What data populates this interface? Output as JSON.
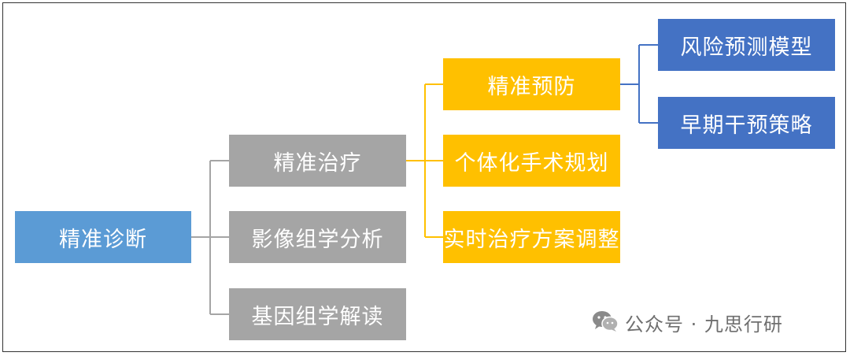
{
  "colors": {
    "blue_light": "#5b9bd5",
    "gray": "#a5a5a5",
    "yellow": "#ffc000",
    "blue_dark": "#4472c4",
    "line_gray": "#a5a5a5",
    "line_yellow": "#ffc000",
    "line_blue": "#4472c4"
  },
  "root": {
    "label": "精准诊断"
  },
  "level1": [
    {
      "label": "精准治疗"
    },
    {
      "label": "影像组学分析"
    },
    {
      "label": "基因组学解读"
    }
  ],
  "level2": [
    {
      "label": "精准预防"
    },
    {
      "label": "个体化手术规划"
    },
    {
      "label": "实时治疗方案调整"
    }
  ],
  "level3": [
    {
      "label": "风险预测模型"
    },
    {
      "label": "早期干预策略"
    }
  ],
  "watermark": {
    "icon": "wechat-icon",
    "text": "公众号 · 九思行研"
  }
}
